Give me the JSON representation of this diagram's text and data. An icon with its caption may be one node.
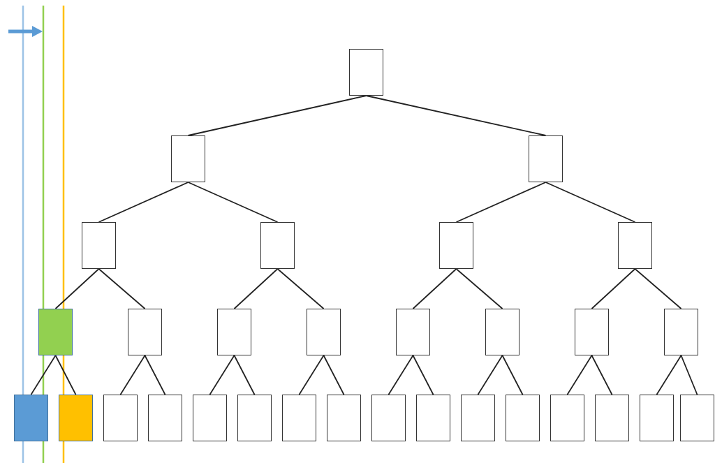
{
  "diagram": {
    "nodes": [
      {
        "text": [],
        "shape": "box"
      },
      {
        "text": [],
        "shape": "box"
      },
      {
        "text": [],
        "shape": "box"
      },
      {
        "text": [],
        "shape": "box"
      },
      {
        "text": [],
        "shape": "box"
      },
      {
        "text": [],
        "shape": "box"
      },
      {
        "text": [],
        "shape": "box"
      },
      {
        "text": [],
        "shape": "box"
      },
      {
        "text": [],
        "shape": "box"
      },
      {
        "text": [],
        "shape": "box"
      },
      {
        "text": [],
        "shape": "box"
      },
      {
        "text": [],
        "shape": "box"
      },
      {
        "text": [],
        "shape": "box"
      },
      {
        "text": [],
        "shape": "box"
      },
      {
        "text": [],
        "shape": "box"
      },
      {
        "text": [],
        "shape": "box"
      },
      {
        "text": [],
        "shape": "box"
      },
      {
        "text": [],
        "shape": "box"
      },
      {
        "text": [],
        "shape": "box"
      },
      {
        "text": [],
        "shape": "box"
      },
      {
        "text": [],
        "shape": "box"
      },
      {
        "text": [],
        "shape": "box"
      },
      {
        "text": [],
        "shape": "box"
      },
      {
        "text": [],
        "shape": "box"
      },
      {
        "text": [],
        "shape": "box"
      },
      {
        "text": [],
        "shape": "box"
      },
      {
        "text": [],
        "shape": "box"
      },
      {
        "text": [],
        "shape": "box"
      },
      {
        "text": [],
        "shape": "box"
      },
      {
        "text": [],
        "shape": "box"
      },
      {
        "text": [],
        "shape": "box"
      }
    ],
    "edges": [
      {
        "from": 0,
        "to": 1,
        "arrow": "none"
      },
      {
        "from": 0,
        "to": 2,
        "arrow": "none"
      },
      {
        "from": 1,
        "to": 3,
        "arrow": "none"
      },
      {
        "from": 1,
        "to": 4,
        "arrow": "none"
      },
      {
        "from": 2,
        "to": 5,
        "arrow": "none"
      },
      {
        "from": 2,
        "to": 6,
        "arrow": "none"
      },
      {
        "from": 3,
        "to": 7,
        "arrow": "none"
      },
      {
        "from": 3,
        "to": 8,
        "arrow": "none"
      },
      {
        "from": 4,
        "to": 9,
        "arrow": "none"
      },
      {
        "from": 4,
        "to": 10,
        "arrow": "none"
      },
      {
        "from": 5,
        "to": 11,
        "arrow": "none"
      },
      {
        "from": 5,
        "to": 12,
        "arrow": "none"
      },
      {
        "from": 6,
        "to": 13,
        "arrow": "none"
      },
      {
        "from": 6,
        "to": 14,
        "arrow": "none"
      },
      {
        "from": 7,
        "to": 15,
        "arrow": "none"
      },
      {
        "from": 7,
        "to": 16,
        "arrow": "none"
      },
      {
        "from": 8,
        "to": 17,
        "arrow": "none"
      },
      {
        "from": 8,
        "to": 18,
        "arrow": "none"
      },
      {
        "from": 9,
        "to": 19,
        "arrow": "none"
      },
      {
        "from": 9,
        "to": 20,
        "arrow": "none"
      },
      {
        "from": 10,
        "to": 21,
        "arrow": "none"
      },
      {
        "from": 10,
        "to": 22,
        "arrow": "none"
      },
      {
        "from": 11,
        "to": 23,
        "arrow": "none"
      },
      {
        "from": 11,
        "to": 24,
        "arrow": "none"
      },
      {
        "from": 12,
        "to": 25,
        "arrow": "none"
      },
      {
        "from": 12,
        "to": 26,
        "arrow": "none"
      },
      {
        "from": 13,
        "to": 27,
        "arrow": "none"
      },
      {
        "from": 13,
        "to": 28,
        "arrow": "none"
      },
      {
        "from": 14,
        "to": 29,
        "arrow": "none"
      },
      {
        "from": 14,
        "to": 30,
        "arrow": "none"
      }
    ]
  }
}
